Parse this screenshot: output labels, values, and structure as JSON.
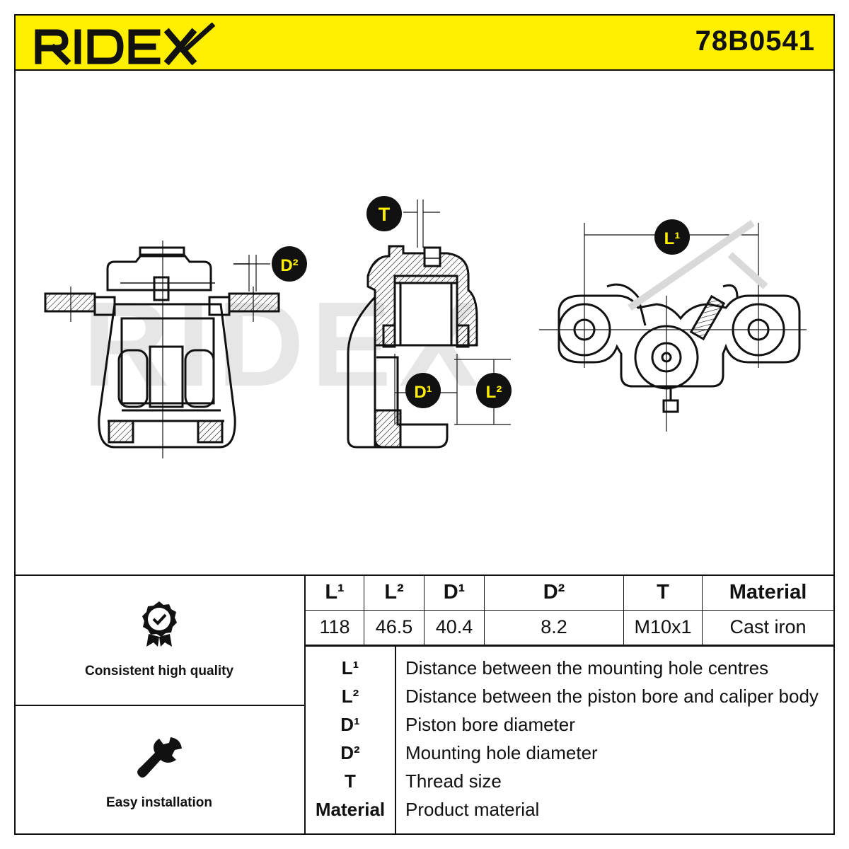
{
  "header": {
    "brand": "RIDEX",
    "part_number": "78B0541",
    "accent_color": "#ffef00"
  },
  "drawing": {
    "labels": {
      "t": "T",
      "d2": "D²",
      "l1": "L¹",
      "d1": "D¹",
      "l2": "L²"
    },
    "watermark": "RIDEX"
  },
  "features": [
    {
      "icon": "quality-badge-icon",
      "label": "Consistent high quality"
    },
    {
      "icon": "wrench-icon",
      "label": "Easy installation"
    }
  ],
  "specs": {
    "headers": [
      "L¹",
      "L²",
      "D¹",
      "D²",
      "T",
      "Material"
    ],
    "values": [
      "118",
      "46.5",
      "40.4",
      "8.2",
      "M10x1",
      "Cast iron"
    ]
  },
  "legend": [
    {
      "key": "L¹",
      "desc": "Distance between the mounting hole centres"
    },
    {
      "key": "L²",
      "desc": "Distance between the piston bore and caliper body"
    },
    {
      "key": "D¹",
      "desc": "Piston bore diameter"
    },
    {
      "key": "D²",
      "desc": "Mounting hole diameter"
    },
    {
      "key": "T",
      "desc": "Thread size"
    },
    {
      "key": "Material",
      "desc": "Product material"
    }
  ]
}
